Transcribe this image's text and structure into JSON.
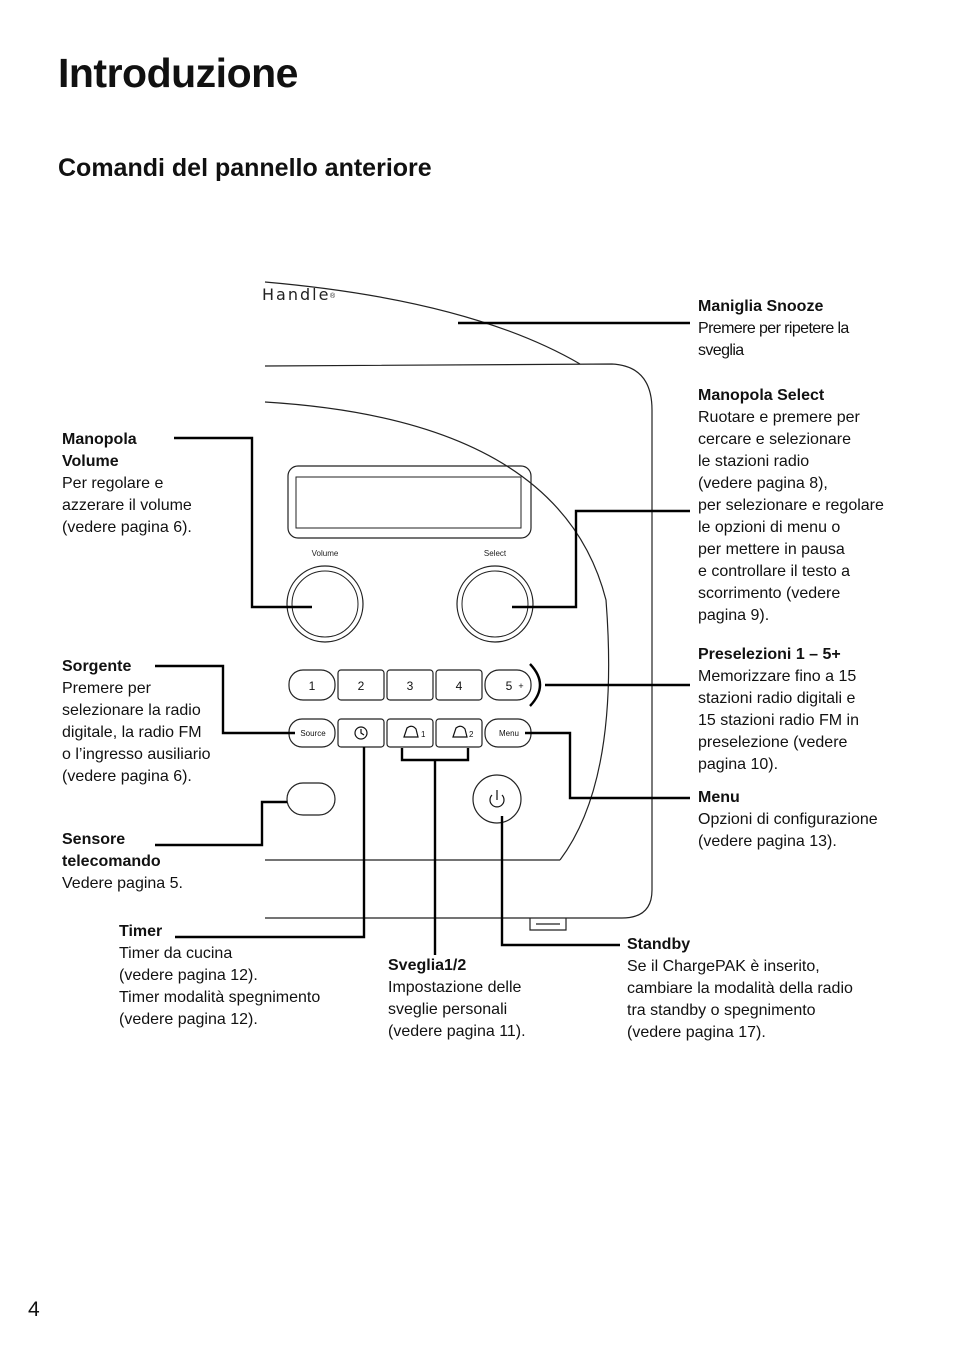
{
  "page": {
    "title": "Introduzione",
    "subtitle": "Comandi del pannello anteriore",
    "page_number": "4"
  },
  "radio": {
    "brand": "Handle",
    "brand_mark": "®",
    "knob_left_label": "Volume",
    "knob_right_label": "Select",
    "presets": [
      "1",
      "2",
      "3",
      "4",
      "5"
    ],
    "preset_plus": "+",
    "source_button": "Source",
    "alarm1_suffix": "1",
    "alarm2_suffix": "2",
    "menu_button": "Menu"
  },
  "callouts": {
    "snooze": {
      "title": "Maniglia Snooze",
      "desc": [
        "Premere per ripetere la",
        "sveglia"
      ]
    },
    "select": {
      "title": "Manopola Select",
      "desc": [
        "Ruotare e premere per",
        "cercare e selezionare",
        "le stazioni radio",
        "(vedere pagina 8),",
        "per selezionare e regolare",
        "le opzioni di menu o",
        "per mettere in pausa",
        "e controllare il testo a",
        "scorrimento (vedere",
        "pagina 9)."
      ]
    },
    "volume": {
      "title": [
        "Manopola",
        "Volume"
      ],
      "desc": [
        "Per regolare e",
        "azzerare il volume",
        "(vedere pagina 6)."
      ]
    },
    "presets": {
      "title": "Preselezioni 1 – 5+",
      "desc": [
        "Memorizzare fino a 15",
        "stazioni radio digitali e",
        "15 stazioni radio FM in",
        "preselezione (vedere",
        "pagina 10)."
      ]
    },
    "source": {
      "title": "Sorgente",
      "desc": [
        "Premere per",
        "selezionare la radio",
        "digitale, la radio FM",
        "o l’ingresso ausiliario",
        "(vedere pagina 6)."
      ]
    },
    "menu": {
      "title": "Menu",
      "desc": [
        "Opzioni di configurazione",
        "(vedere pagina 13)."
      ]
    },
    "sensor": {
      "title": [
        "Sensore",
        "telecomando"
      ],
      "desc": [
        "Vedere pagina 5."
      ]
    },
    "timer": {
      "title": "Timer",
      "desc": [
        "Timer da cucina",
        "(vedere pagina 12).",
        "Timer modalità spegnimento",
        "(vedere pagina 12)."
      ]
    },
    "alarm": {
      "title": "Sveglia1/2",
      "desc": [
        "Impostazione delle",
        "sveglie personali",
        "(vedere pagina 11)."
      ]
    },
    "standby": {
      "title": "Standby",
      "desc": [
        "Se il ChargePAK è inserito,",
        "cambiare la modalità della radio",
        "tra standby o spegnimento",
        "(vedere pagina 17)."
      ]
    }
  }
}
